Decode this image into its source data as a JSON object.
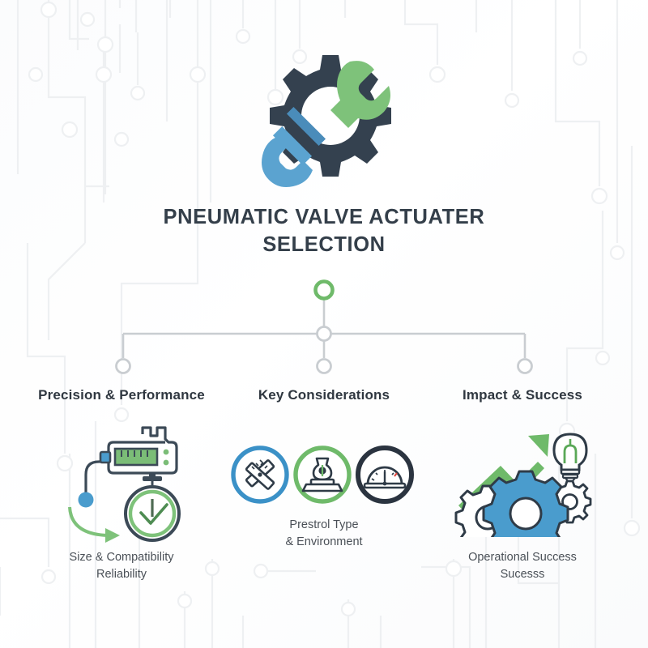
{
  "document": {
    "title": "PNEUMATIC VALVE ACTUATER SELECTION",
    "title_line1": "PNEUMATIC VALVE ACTUATER",
    "title_line2": "SELECTION"
  },
  "colors": {
    "dark_navy": "#34414f",
    "green": "#6fba6a",
    "blue": "#4a9ccd",
    "light_gray_line": "#c9cdd1",
    "text_dark": "#2f3740",
    "text_body": "#4a5057",
    "red_accent": "#e0443c",
    "background": "#ffffff"
  },
  "header_icon": {
    "name": "gear-wrench-icon",
    "parts": [
      "gear",
      "wrench-green-head",
      "wrench-blue-head"
    ]
  },
  "tree": {
    "root_node_color": "#6fba6a",
    "line_color": "#c9cdd1",
    "nodes": [
      "root",
      "junction",
      "branch-left",
      "branch-center",
      "branch-right"
    ]
  },
  "columns": [
    {
      "id": "left",
      "heading": "Precision & Performance",
      "caption": "Size & Compatibility\nReliability",
      "icon_name": "measuring-device-stopwatch-icon",
      "icon_elements": [
        "measuring-instrument",
        "probe-cable",
        "curved-arrow",
        "stopwatch-check"
      ]
    },
    {
      "id": "mid",
      "heading": "Key Considerations",
      "caption": "Prestrol Type\n& Environment",
      "icon_name": "three-badge-icon-row",
      "badges": [
        {
          "name": "ruler-pencil-badge",
          "ring_color": "#4a9ccd"
        },
        {
          "name": "valve-actuator-badge",
          "ring_color": "#6fba6a"
        },
        {
          "name": "pressure-gauge-badge",
          "ring_color": "#2b3440"
        }
      ]
    },
    {
      "id": "right",
      "heading": "Impact & Success",
      "caption": "Operational Success\nSucesss",
      "icon_name": "growth-arrow-gears-bulb-icon",
      "icon_elements": [
        "growth-arrow",
        "light-bulb",
        "gear-blue",
        "gear-outline-left",
        "gear-outline-right"
      ]
    }
  ]
}
